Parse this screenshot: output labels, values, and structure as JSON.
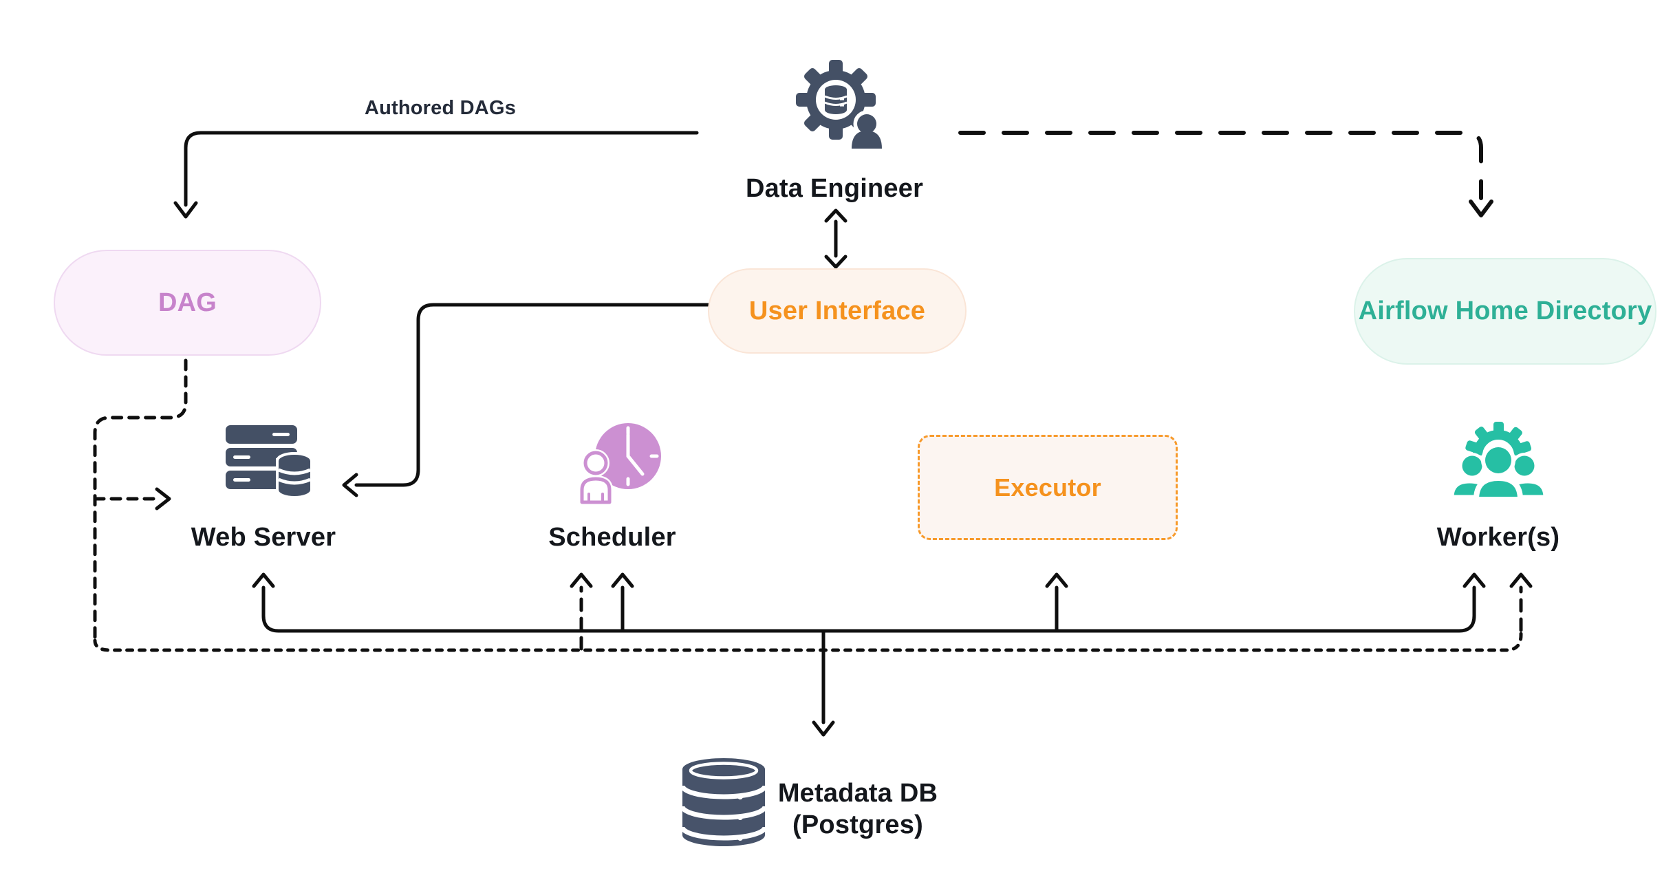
{
  "diagram": {
    "edge_labels": {
      "authored_dags": "Authored DAGs"
    },
    "nodes": {
      "data_engineer": {
        "label": "Data Engineer",
        "icon": "engineer-gear-database-person-icon",
        "icon_color": "#445065"
      },
      "dag": {
        "label": "DAG",
        "text_color": "#c783cb",
        "bg": "#fbf1fb",
        "border": "#efd9f1"
      },
      "user_interface": {
        "label": "User Interface",
        "text_color": "#f5921e",
        "bg": "#fdf4ed",
        "border": "#fae5d7"
      },
      "airflow_home": {
        "label": "Airflow Home Directory",
        "text_color": "#2eb096",
        "bg": "#edf9f4",
        "border": "#dbf2e9"
      },
      "web_server": {
        "label": "Web Server",
        "icon": "server-stack-database-icon",
        "icon_color": "#445065"
      },
      "scheduler": {
        "label": "Scheduler",
        "icon": "clock-person-icon",
        "icon_color": "#cc90d2"
      },
      "executor": {
        "label": "Executor",
        "text_color": "#f5921e",
        "bg": "#fcf5f1",
        "border": "#f79a2b",
        "border_style": "dashed"
      },
      "workers": {
        "label": "Worker(s)",
        "icon": "team-gear-icon",
        "icon_color": "#26bfa4"
      },
      "metadata_db": {
        "label_line1": "Metadata DB",
        "label_line2": "(Postgres)",
        "icon": "database-cylinder-icon",
        "icon_color": "#47536a"
      }
    },
    "connectors": {
      "line_color": "#0f0f0f",
      "solid_edges": [
        "data_engineer -> dag (Authored DAGs)",
        "data_engineer <-> user_interface",
        "user_interface -> web_server",
        "bus -> web_server",
        "bus -> scheduler",
        "bus -> executor",
        "bus -> workers",
        "bus -> metadata_db"
      ],
      "dashed_edges": [
        "data_engineer -> airflow_home",
        "dag -> web_server (dotted)",
        "dag -> scheduler (dotted bus)",
        "dag -> workers (dotted bus)"
      ]
    }
  }
}
